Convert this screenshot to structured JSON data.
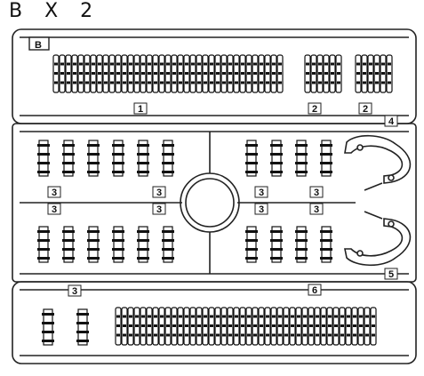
{
  "title": "B X 2",
  "frame_letter": "B",
  "part_numbers": {
    "p1": "1",
    "p2a": "2",
    "p2b": "2",
    "p4": "4",
    "p5": "5",
    "p6": "6",
    "p3": [
      "3",
      "3",
      "3",
      "3",
      "3",
      "3",
      "3",
      "3",
      "3"
    ]
  }
}
